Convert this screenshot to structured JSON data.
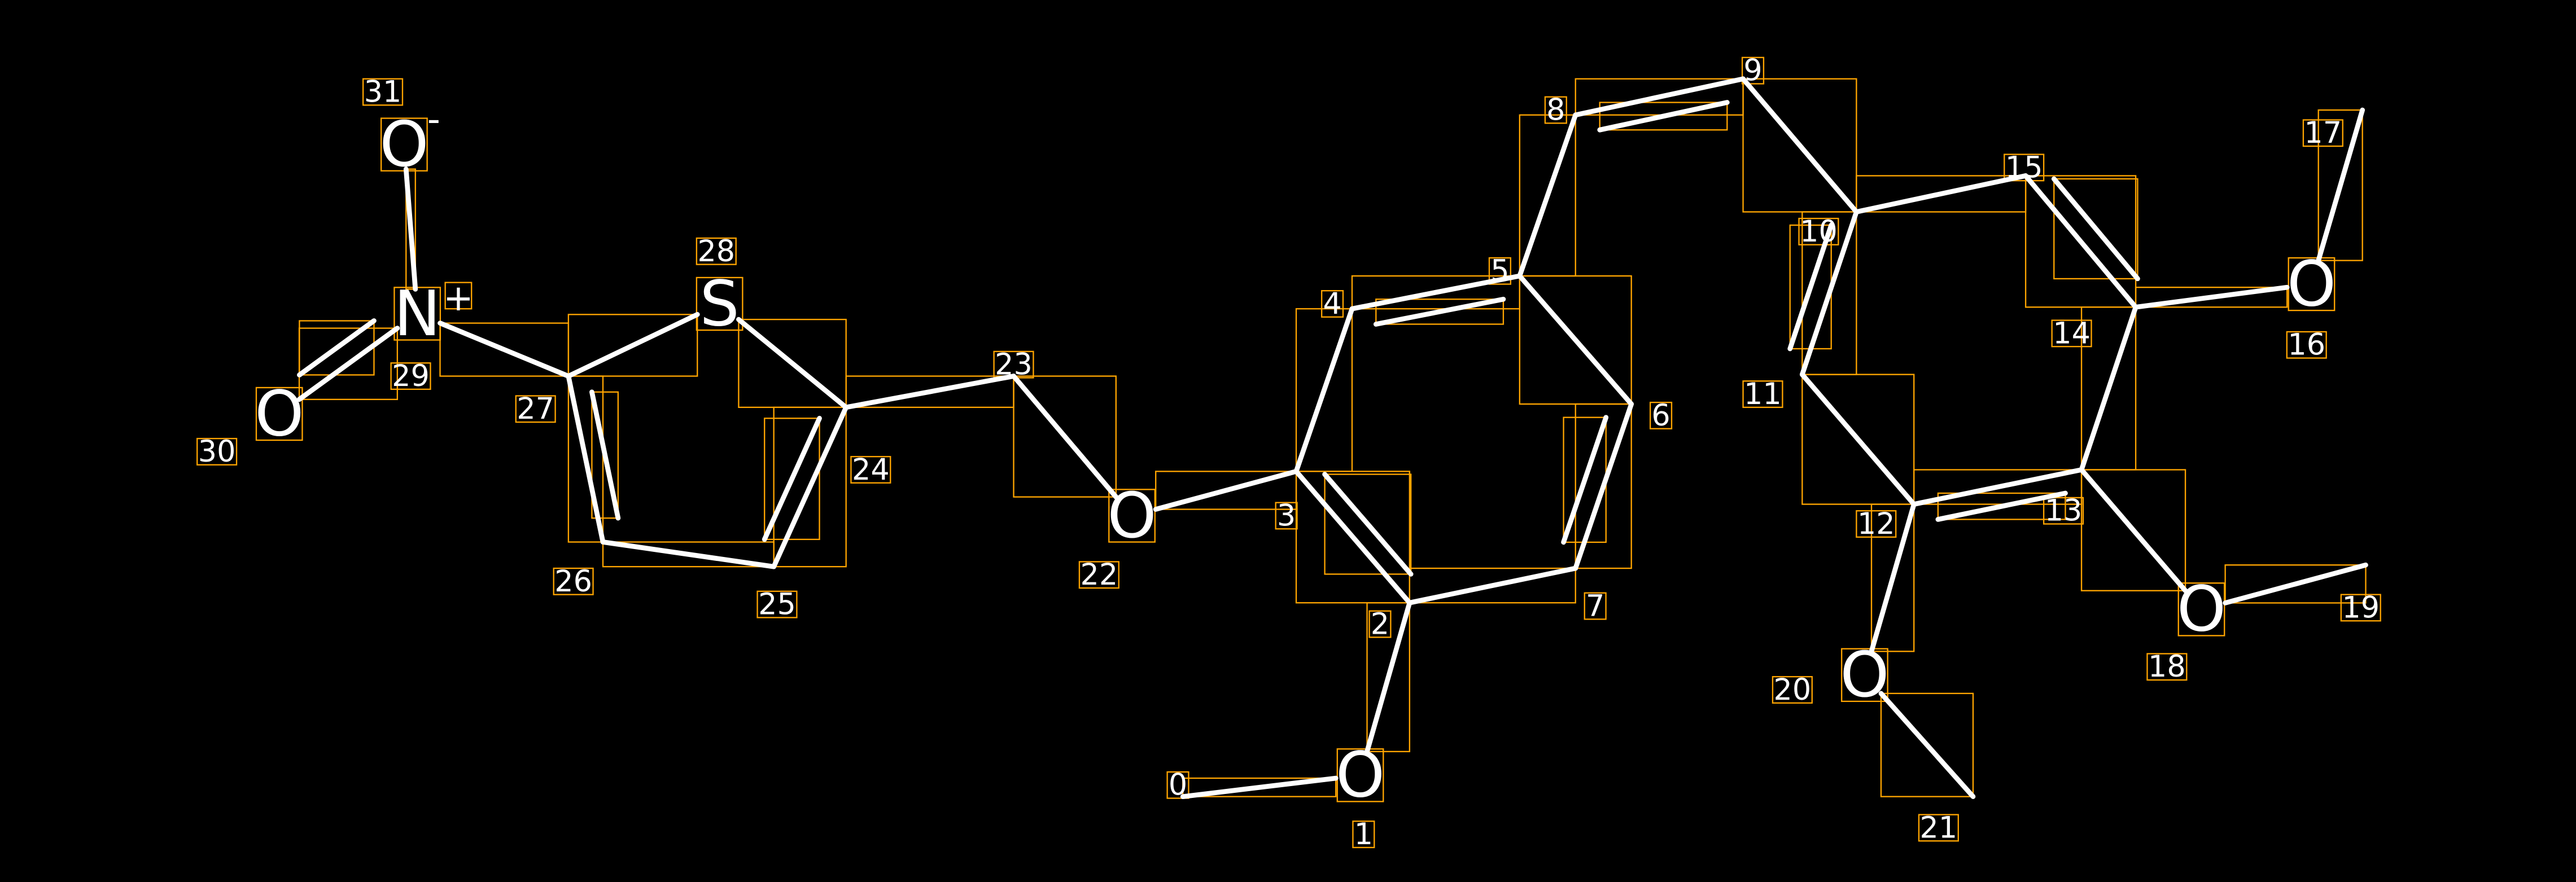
{
  "title": "Molecule diagram with atom indices",
  "colors": {
    "background": "#000000",
    "bond": "#ffffff",
    "box": "#ffa500"
  },
  "atoms": [
    {
      "index": "0",
      "element": ""
    },
    {
      "index": "1",
      "element": "O"
    },
    {
      "index": "2",
      "element": ""
    },
    {
      "index": "3",
      "element": ""
    },
    {
      "index": "4",
      "element": ""
    },
    {
      "index": "5",
      "element": ""
    },
    {
      "index": "6",
      "element": ""
    },
    {
      "index": "7",
      "element": ""
    },
    {
      "index": "8",
      "element": ""
    },
    {
      "index": "9",
      "element": ""
    },
    {
      "index": "10",
      "element": ""
    },
    {
      "index": "11",
      "element": ""
    },
    {
      "index": "12",
      "element": ""
    },
    {
      "index": "13",
      "element": ""
    },
    {
      "index": "14",
      "element": ""
    },
    {
      "index": "15",
      "element": ""
    },
    {
      "index": "16",
      "element": "O"
    },
    {
      "index": "17",
      "element": ""
    },
    {
      "index": "18",
      "element": "O"
    },
    {
      "index": "19",
      "element": ""
    },
    {
      "index": "20",
      "element": "O"
    },
    {
      "index": "21",
      "element": ""
    },
    {
      "index": "22",
      "element": "O"
    },
    {
      "index": "23",
      "element": ""
    },
    {
      "index": "24",
      "element": ""
    },
    {
      "index": "25",
      "element": ""
    },
    {
      "index": "26",
      "element": ""
    },
    {
      "index": "27",
      "element": ""
    },
    {
      "index": "28",
      "element": "S"
    },
    {
      "index": "29",
      "element": "N",
      "charge": "+"
    },
    {
      "index": "30",
      "element": "O"
    },
    {
      "index": "31",
      "element": "O",
      "charge": "-"
    }
  ],
  "bonds": [
    [
      0,
      1,
      1
    ],
    [
      1,
      2,
      1
    ],
    [
      2,
      3,
      2
    ],
    [
      3,
      4,
      1
    ],
    [
      4,
      5,
      2
    ],
    [
      5,
      6,
      1
    ],
    [
      6,
      7,
      2
    ],
    [
      7,
      2,
      1
    ],
    [
      5,
      8,
      1
    ],
    [
      8,
      9,
      2
    ],
    [
      9,
      10,
      1
    ],
    [
      10,
      11,
      2
    ],
    [
      11,
      12,
      1
    ],
    [
      12,
      13,
      2
    ],
    [
      13,
      14,
      1
    ],
    [
      14,
      15,
      2
    ],
    [
      15,
      10,
      1
    ],
    [
      14,
      16,
      1
    ],
    [
      16,
      17,
      1
    ],
    [
      13,
      18,
      1
    ],
    [
      18,
      19,
      1
    ],
    [
      12,
      20,
      1
    ],
    [
      20,
      21,
      1
    ],
    [
      3,
      22,
      1
    ],
    [
      22,
      23,
      1
    ],
    [
      23,
      24,
      1
    ],
    [
      24,
      25,
      2
    ],
    [
      25,
      26,
      1
    ],
    [
      26,
      27,
      2
    ],
    [
      27,
      28,
      1
    ],
    [
      28,
      24,
      1
    ],
    [
      27,
      29,
      1
    ],
    [
      29,
      30,
      2
    ],
    [
      29,
      31,
      1
    ]
  ]
}
